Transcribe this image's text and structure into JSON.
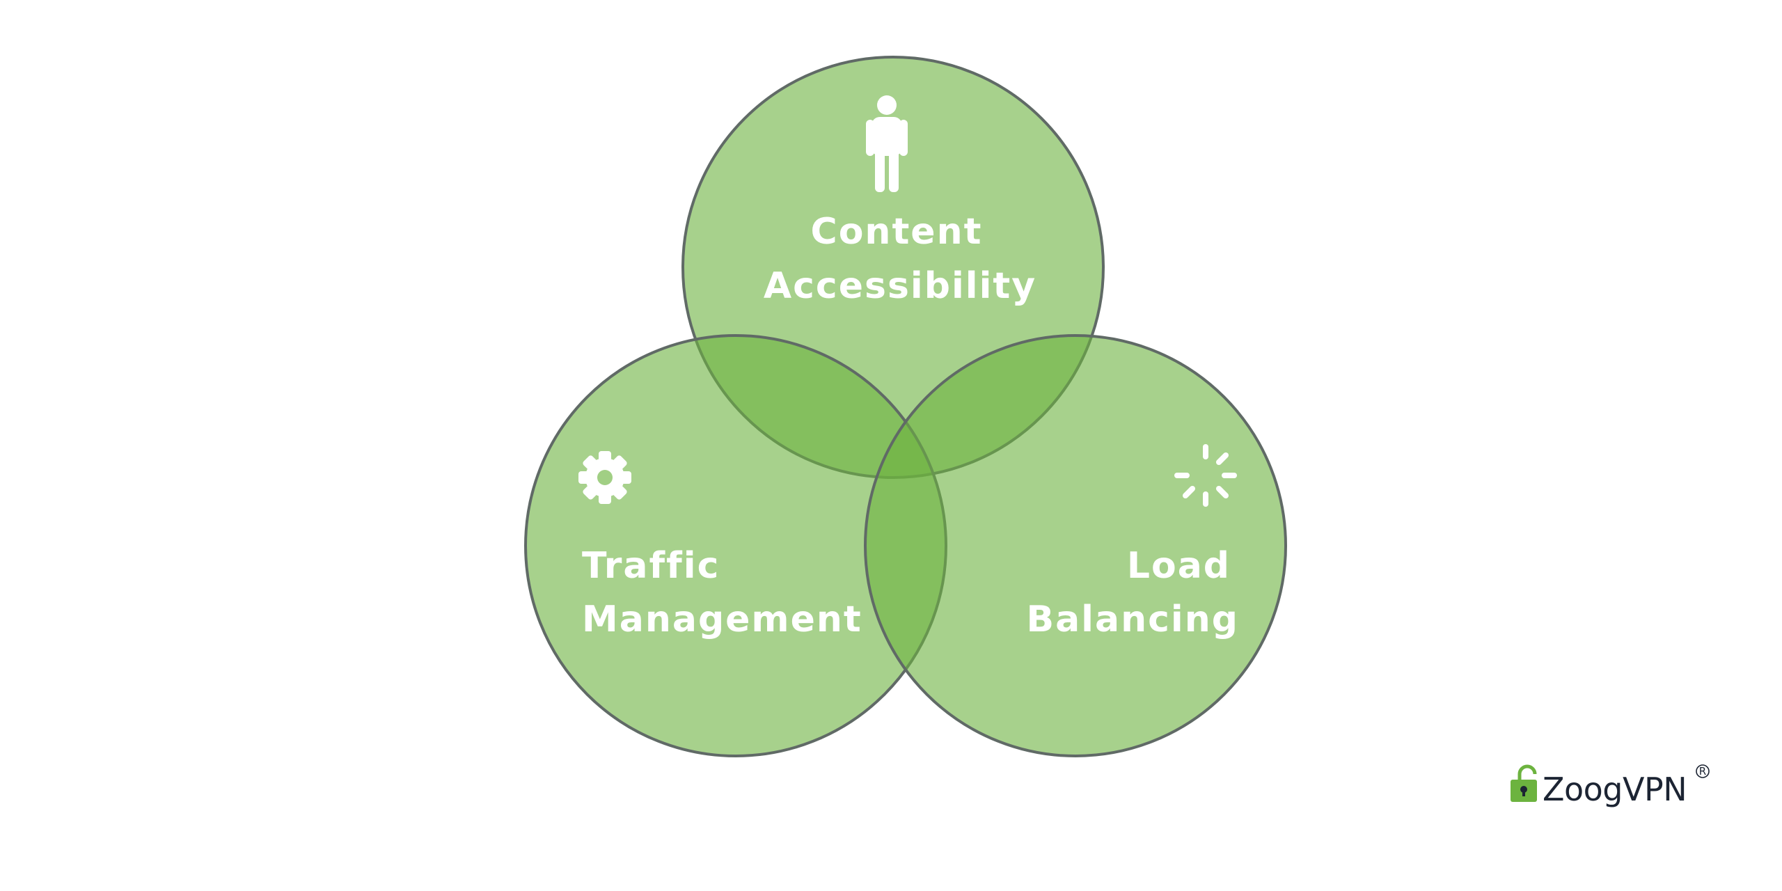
{
  "diagram": {
    "type": "venn",
    "sets": [
      {
        "id": "content",
        "lines": [
          "Content",
          "Accessibility"
        ],
        "icon": "person-icon"
      },
      {
        "id": "traffic",
        "lines": [
          "Traffic",
          "Management"
        ],
        "icon": "gear-icon"
      },
      {
        "id": "load",
        "lines": [
          "Load",
          "Balancing"
        ],
        "icon": "loading-spinner-icon"
      }
    ]
  },
  "brand": {
    "name": "ZoogVPN",
    "registered": "R",
    "icon": "padlock-icon"
  },
  "colors": {
    "circle_fill": "#6cb33f",
    "circle_stroke": "#606a66",
    "label": "#ffffff",
    "logo_text": "#1c2433",
    "logo_lock": "#6cb33f"
  }
}
